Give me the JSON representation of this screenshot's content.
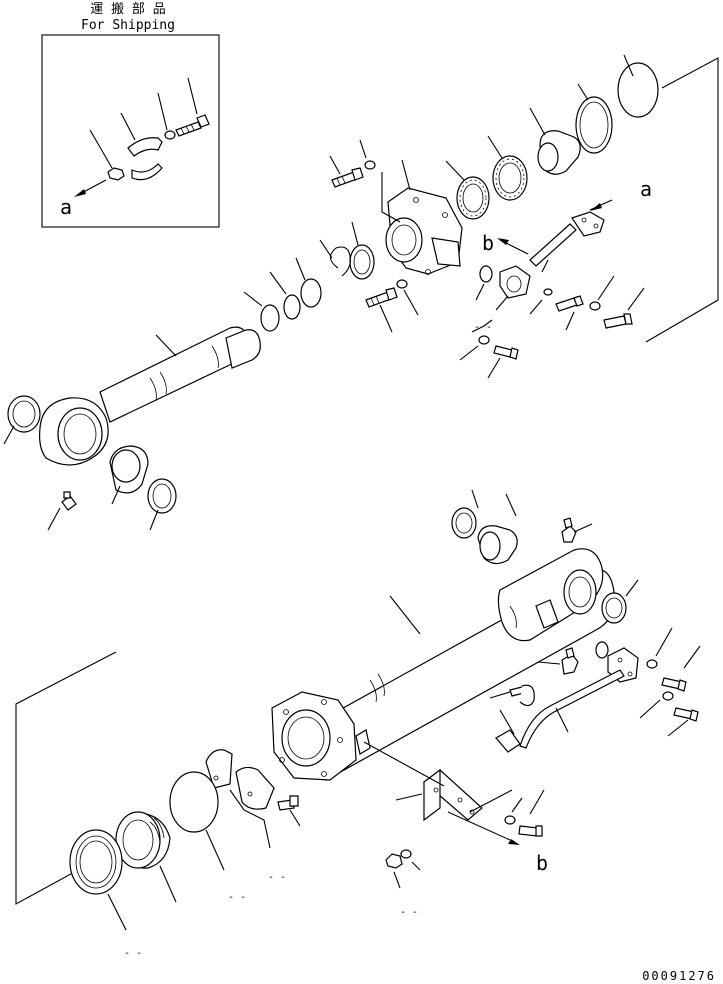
{
  "shipping_box": {
    "title_jp": "運 搬 部 品",
    "title_en": "For Shipping",
    "ref_label": "a"
  },
  "refs": {
    "a": "a",
    "b": "b"
  },
  "drawing_number": "00091276",
  "small_marks": [
    "- -",
    "- -",
    "- -",
    "- -",
    "- -"
  ]
}
